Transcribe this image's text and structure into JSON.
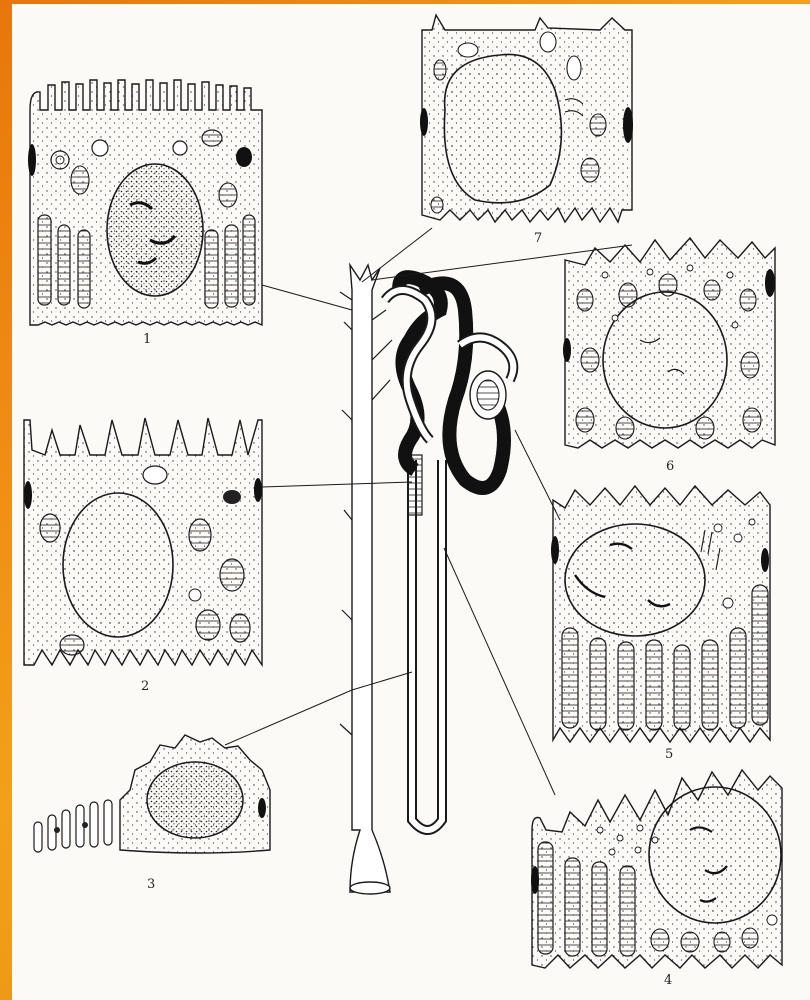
{
  "diagram": {
    "cell_labels": [
      "1",
      "2",
      "3",
      "4",
      "5",
      "6",
      "7"
    ]
  },
  "colors": {
    "border": "#e8760c",
    "paper": "#fbfaf6",
    "ink": "#1a1a1a"
  }
}
